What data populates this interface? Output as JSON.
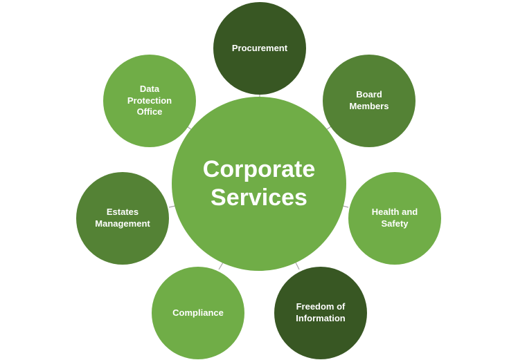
{
  "center": {
    "label": "Corporate\nServices",
    "color": "#70ad47"
  },
  "satellites": [
    {
      "label": "Procurement",
      "color": "#385723"
    },
    {
      "label": "Board\nMembers",
      "color": "#548235"
    },
    {
      "label": "Health  and\nSafety",
      "color": "#70ad47"
    },
    {
      "label": "Freedom of\nInformation",
      "color": "#385723"
    },
    {
      "label": "Compliance",
      "color": "#70ad47"
    },
    {
      "label": "Estates\nManagement",
      "color": "#548235"
    },
    {
      "label": "Data\nProtection\nOffice",
      "color": "#70ad47"
    }
  ],
  "connector_color": "#a6a6a6"
}
